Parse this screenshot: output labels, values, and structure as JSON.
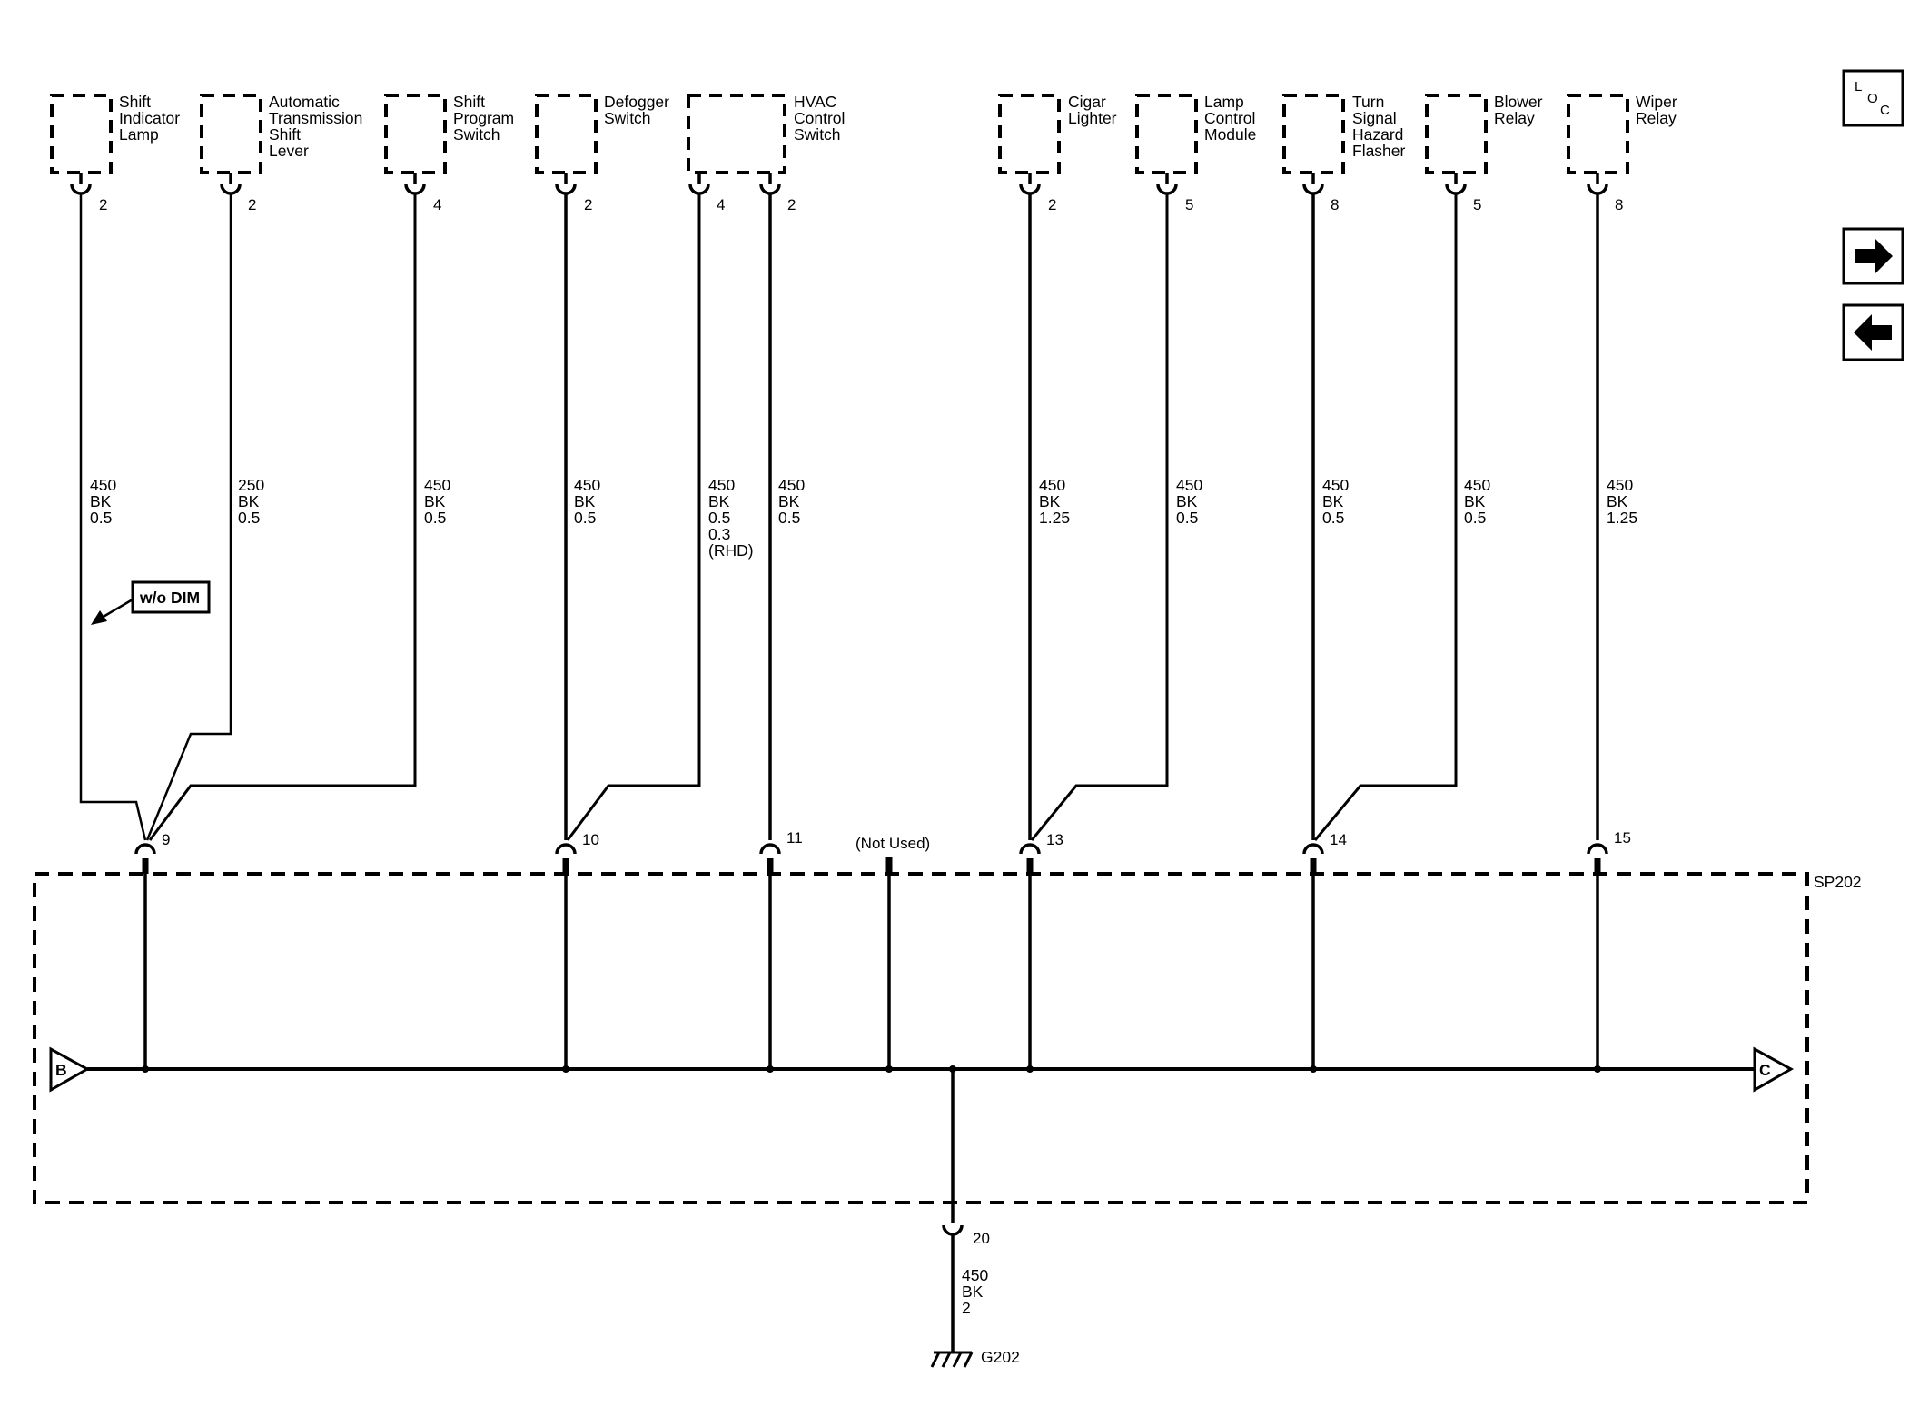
{
  "components": [
    {
      "lines": [
        "Shift",
        "Indicator",
        "Lamp"
      ],
      "pin": "2",
      "wire": [
        "450",
        "BK",
        "0.5"
      ]
    },
    {
      "lines": [
        "Automatic",
        "Transmission",
        "Shift",
        "Lever"
      ],
      "pin": "2",
      "wire": [
        "250",
        "BK",
        "0.5"
      ]
    },
    {
      "lines": [
        "Shift",
        "Program",
        "Switch"
      ],
      "pin": "4",
      "wire": [
        "450",
        "BK",
        "0.5"
      ]
    },
    {
      "lines": [
        "Defogger",
        "Switch"
      ],
      "pin": "2",
      "wire": [
        "450",
        "BK",
        "0.5"
      ]
    },
    {
      "lines": [
        "HVAC",
        "Control",
        "Switch"
      ],
      "pins": [
        "4",
        "2"
      ],
      "wires": [
        [
          "450",
          "BK",
          "0.5",
          "0.3",
          "(RHD)"
        ],
        [
          "450",
          "BK",
          "0.5"
        ]
      ]
    },
    {
      "lines": [
        "Cigar",
        "Lighter"
      ],
      "pin": "2",
      "wire": [
        "450",
        "BK",
        "1.25"
      ]
    },
    {
      "lines": [
        "Lamp",
        "Control",
        "Module"
      ],
      "pin": "5",
      "wire": [
        "450",
        "BK",
        "0.5"
      ]
    },
    {
      "lines": [
        "Turn",
        "Signal",
        "Hazard",
        "Flasher"
      ],
      "pin": "8",
      "wire": [
        "450",
        "BK",
        "0.5"
      ]
    },
    {
      "lines": [
        "Blower",
        "Relay"
      ],
      "pin": "5",
      "wire": [
        "450",
        "BK",
        "0.5"
      ]
    },
    {
      "lines": [
        "Wiper",
        "Relay"
      ],
      "pin": "8",
      "wire": [
        "450",
        "BK",
        "1.25"
      ]
    }
  ],
  "splice": {
    "name": "SP202",
    "pins": [
      "9",
      "10",
      "11",
      "13",
      "14",
      "15"
    ],
    "not_used": "(Not Used)",
    "left_ref": "B",
    "right_ref": "C"
  },
  "ground": {
    "pin": "20",
    "wire": [
      "450",
      "BK",
      "2"
    ],
    "name": "G202"
  },
  "note": "w/o DIM",
  "nav": {
    "loc_icon": "location-icon",
    "next_icon": "arrow-right-icon",
    "prev_icon": "arrow-left-icon",
    "loc_letters": [
      "L",
      "O",
      "C"
    ]
  }
}
